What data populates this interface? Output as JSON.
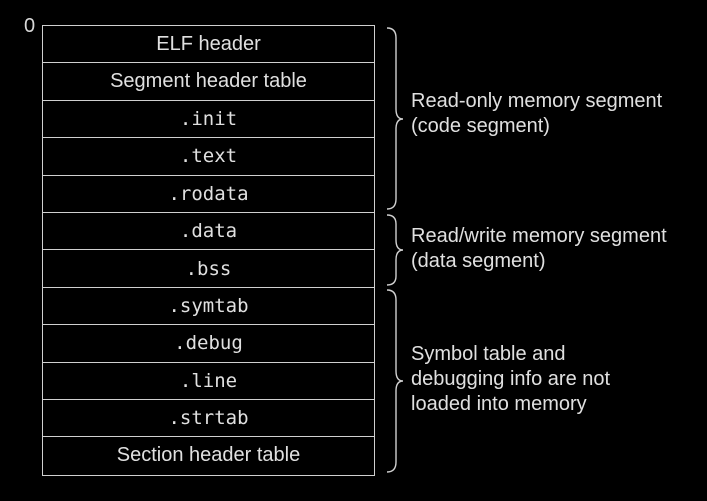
{
  "origin_label": "0",
  "rows": [
    {
      "label": "ELF header",
      "mono": false
    },
    {
      "label": "Segment header table",
      "mono": false
    },
    {
      "label": ".init",
      "mono": true
    },
    {
      "label": ".text",
      "mono": true
    },
    {
      "label": ".rodata",
      "mono": true
    },
    {
      "label": ".data",
      "mono": true
    },
    {
      "label": ".bss",
      "mono": true
    },
    {
      "label": ".symtab",
      "mono": true
    },
    {
      "label": ".debug",
      "mono": true
    },
    {
      "label": ".line",
      "mono": true
    },
    {
      "label": ".strtab",
      "mono": true
    },
    {
      "label": "Section header table",
      "mono": false
    }
  ],
  "annotations": {
    "readonly": {
      "line1": "Read-only memory segment",
      "line2": "(code segment)"
    },
    "readwrite": {
      "line1": "Read/write memory segment",
      "line2": "(data segment)"
    },
    "notloaded": {
      "line1": "Symbol table and",
      "line2": "debugging info are not",
      "line3": "loaded into memory"
    }
  },
  "colors": {
    "background": "#000000",
    "foreground": "#d8d8d8"
  }
}
